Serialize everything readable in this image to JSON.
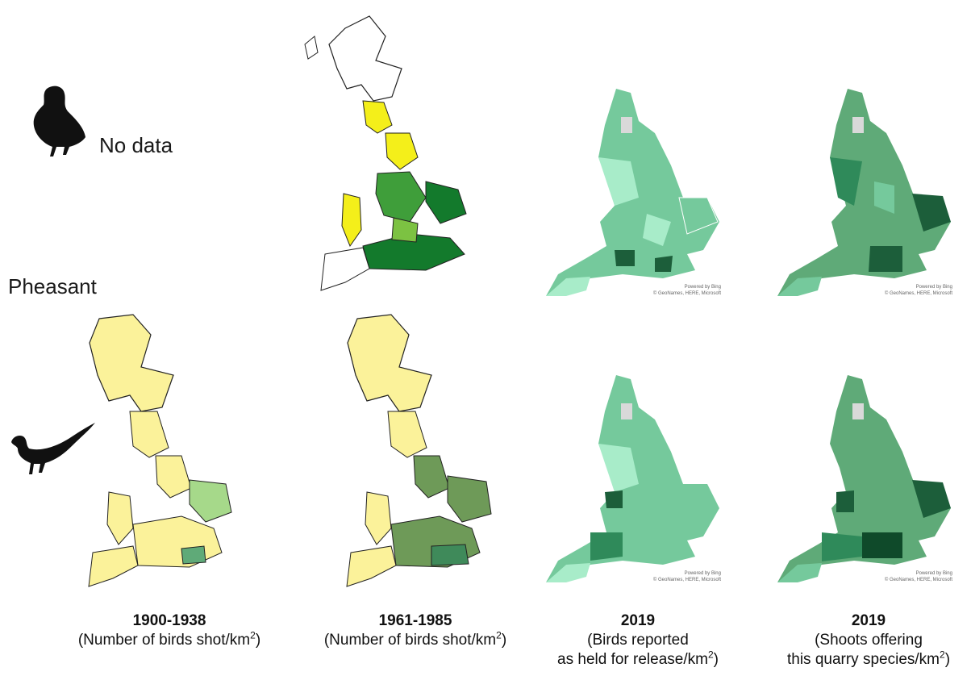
{
  "rows": [
    {
      "label": "",
      "note": "No data",
      "bird_icon": "partridge-silhouette-icon"
    },
    {
      "label": "Pheasant",
      "note": "",
      "bird_icon": "pheasant-silhouette-icon"
    }
  ],
  "columns": [
    {
      "year": "1900-1938",
      "desc_lines": [
        "(Number of birds shot/km",
        ")"
      ],
      "sup": "2"
    },
    {
      "year": "1961-1985",
      "desc_lines": [
        "(Number of birds shot/km",
        ")"
      ],
      "sup": "2"
    },
    {
      "year": "2019",
      "desc_lines": [
        "(Birds reported",
        "as held for release/km",
        ")"
      ],
      "sup": "2"
    },
    {
      "year": "2019",
      "desc_lines": [
        "(Shoots offering",
        "this quarry species/km",
        ")"
      ],
      "sup": "2"
    }
  ],
  "map_credit": {
    "line1": "Powered by Bing",
    "line2": "© GeoNames, HERE, Microsoft"
  },
  "colors": {
    "pale_yellow": "#fbf29a",
    "bright_yellow": "#f4ef1a",
    "green_light": "#7cc242",
    "green_mid": "#3f9e3a",
    "green_dark": "#137a2c",
    "olive_green": "#6e9a58",
    "sea_green": "#5faa78",
    "mint_light": "#a8ecc9",
    "mint_mid": "#75c99c",
    "mint_dark": "#2f8a5a",
    "forest_dark": "#1c5e3a",
    "no_data_grey": "#d9d9d9"
  }
}
